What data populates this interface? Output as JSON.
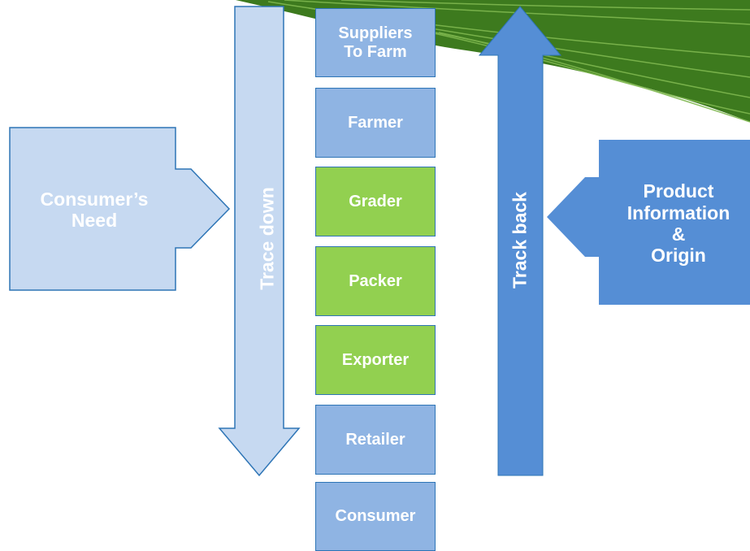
{
  "consumer_need": {
    "label": "Consumer’s\nNeed"
  },
  "trace_down": {
    "label": "Trace  down"
  },
  "track_back": {
    "label": "Track back"
  },
  "product_info": {
    "label": "Product\nInformation\n&\nOrigin"
  },
  "stages": [
    {
      "label": "Suppliers\nTo Farm",
      "kind": "blue"
    },
    {
      "label": "Farmer",
      "kind": "blue"
    },
    {
      "label": "Grader",
      "kind": "green"
    },
    {
      "label": "Packer",
      "kind": "green"
    },
    {
      "label": "Exporter",
      "kind": "green"
    },
    {
      "label": "Retailer",
      "kind": "blue"
    },
    {
      "label": "Consumer",
      "kind": "blue"
    }
  ],
  "colors": {
    "light_blue": "#c6d9f1",
    "mid_blue": "#8fb4e3",
    "strong_blue": "#558ed5",
    "green": "#92d050",
    "outline": "#2e75b6"
  }
}
